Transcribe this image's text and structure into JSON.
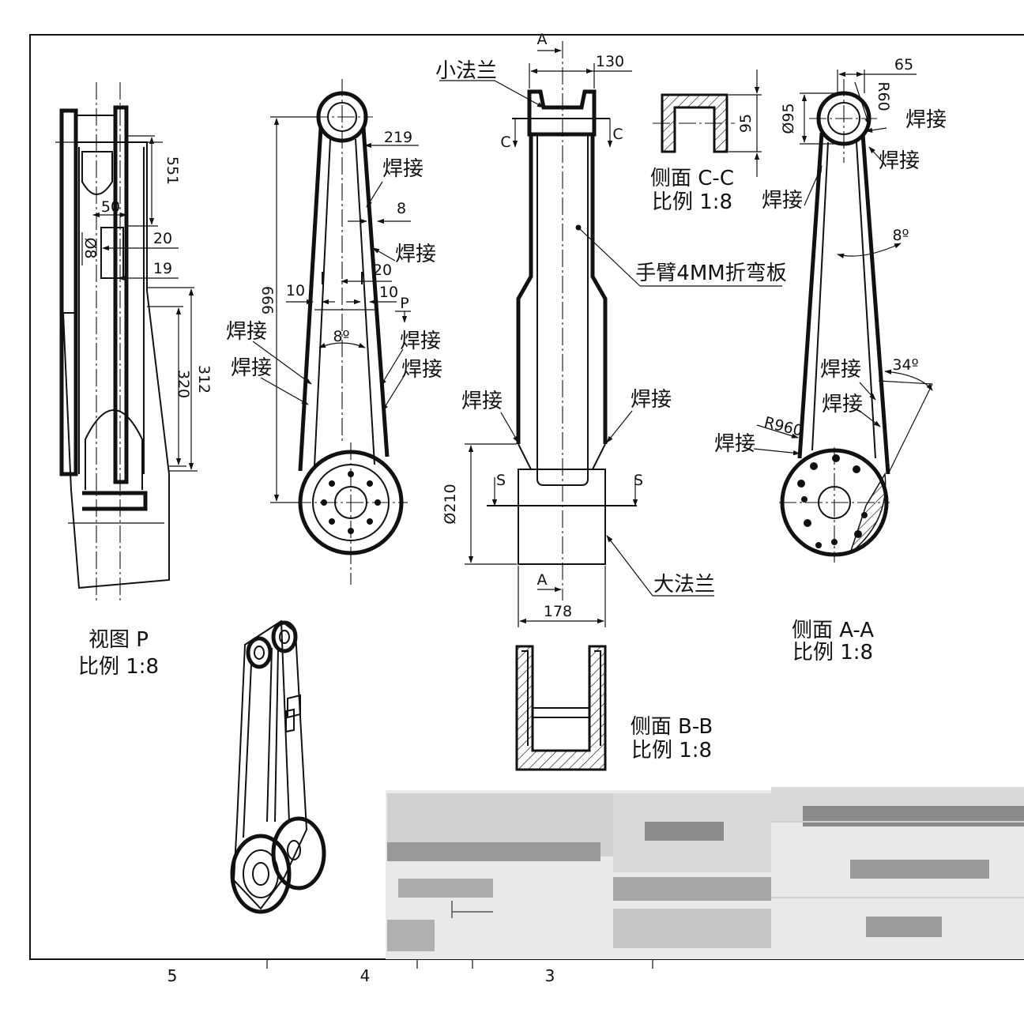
{
  "labels": {
    "weld": "焊接",
    "small_flange": "小法兰",
    "large_flange": "大法兰",
    "arm_plate": "手臂4MM折弯板"
  },
  "view_titles": {
    "view_p": [
      "视图 P",
      "比例 1:8"
    ],
    "section_cc": [
      "侧面 C-C",
      "比例 1:8"
    ],
    "section_aa": [
      "侧面 A-A",
      "比例 1:8"
    ],
    "section_bb": [
      "侧面 B-B",
      "比例 1:8"
    ]
  },
  "dimensions": {
    "view_p": {
      "d551": "551",
      "d50": "50",
      "d08": "Ø8",
      "d20": "20",
      "d19": "19",
      "d320": "320",
      "d312": "312"
    },
    "front": {
      "d219": "219",
      "d8": "8",
      "d666": "666",
      "d20": "20",
      "d10a": "10",
      "d10b": "10",
      "ang8": "8º",
      "p": "P"
    },
    "middle": {
      "a_top": "A",
      "d130": "130",
      "c_left": "C",
      "c_right": "C",
      "d210": "Ø210",
      "s_left": "S",
      "s_right": "S",
      "a_bottom": "A",
      "d178": "178"
    },
    "section_cc": {
      "d95": "95"
    },
    "section_aa": {
      "d65": "65",
      "r60": "R60",
      "d95": "Ø95",
      "ang8": "8º",
      "ang34": "34º",
      "r960": "R960"
    }
  },
  "frame": {
    "zones": [
      "5",
      "4",
      "3"
    ]
  },
  "icons": {
    "isometric": "arm-isometric-view",
    "title_block": "pixelated-title-block"
  }
}
